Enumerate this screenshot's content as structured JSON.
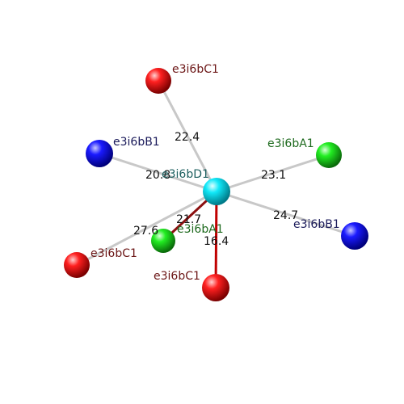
{
  "colors": {
    "background": "#ffffff",
    "bond_gray": "#c8c8c8",
    "bond_red": "#c00000",
    "bond_darkred": "#8b1010",
    "atom_red": "#ff0000",
    "atom_blue": "#0000ff",
    "atom_green": "#22dd22",
    "atom_cyan": "#00e0f0",
    "label_red": "#6b1515",
    "label_blue": "#1a1a5a",
    "label_green": "#1e6a1e",
    "label_cyan": "#1e6060",
    "distance_text": "#111111"
  },
  "center": {
    "name": "e3i6bD1",
    "element": "cyan"
  },
  "ligands": [
    {
      "name": "e3i6bC1",
      "element": "red",
      "distance": "22.4",
      "bond": "gray"
    },
    {
      "name": "e3i6bB1",
      "element": "blue",
      "distance": "20.8",
      "bond": "gray"
    },
    {
      "name": "e3i6bA1",
      "element": "green",
      "distance": "23.1",
      "bond": "gray"
    },
    {
      "name": "e3i6bB1",
      "element": "blue",
      "distance": "24.7",
      "bond": "gray"
    },
    {
      "name": "e3i6bA1",
      "element": "green",
      "distance": "21.7",
      "bond": "darkred"
    },
    {
      "name": "e3i6bC1",
      "element": "red",
      "distance": "27.6",
      "bond": "gray"
    },
    {
      "name": "e3i6bC1",
      "element": "red",
      "distance": "16.4",
      "bond": "red"
    }
  ]
}
